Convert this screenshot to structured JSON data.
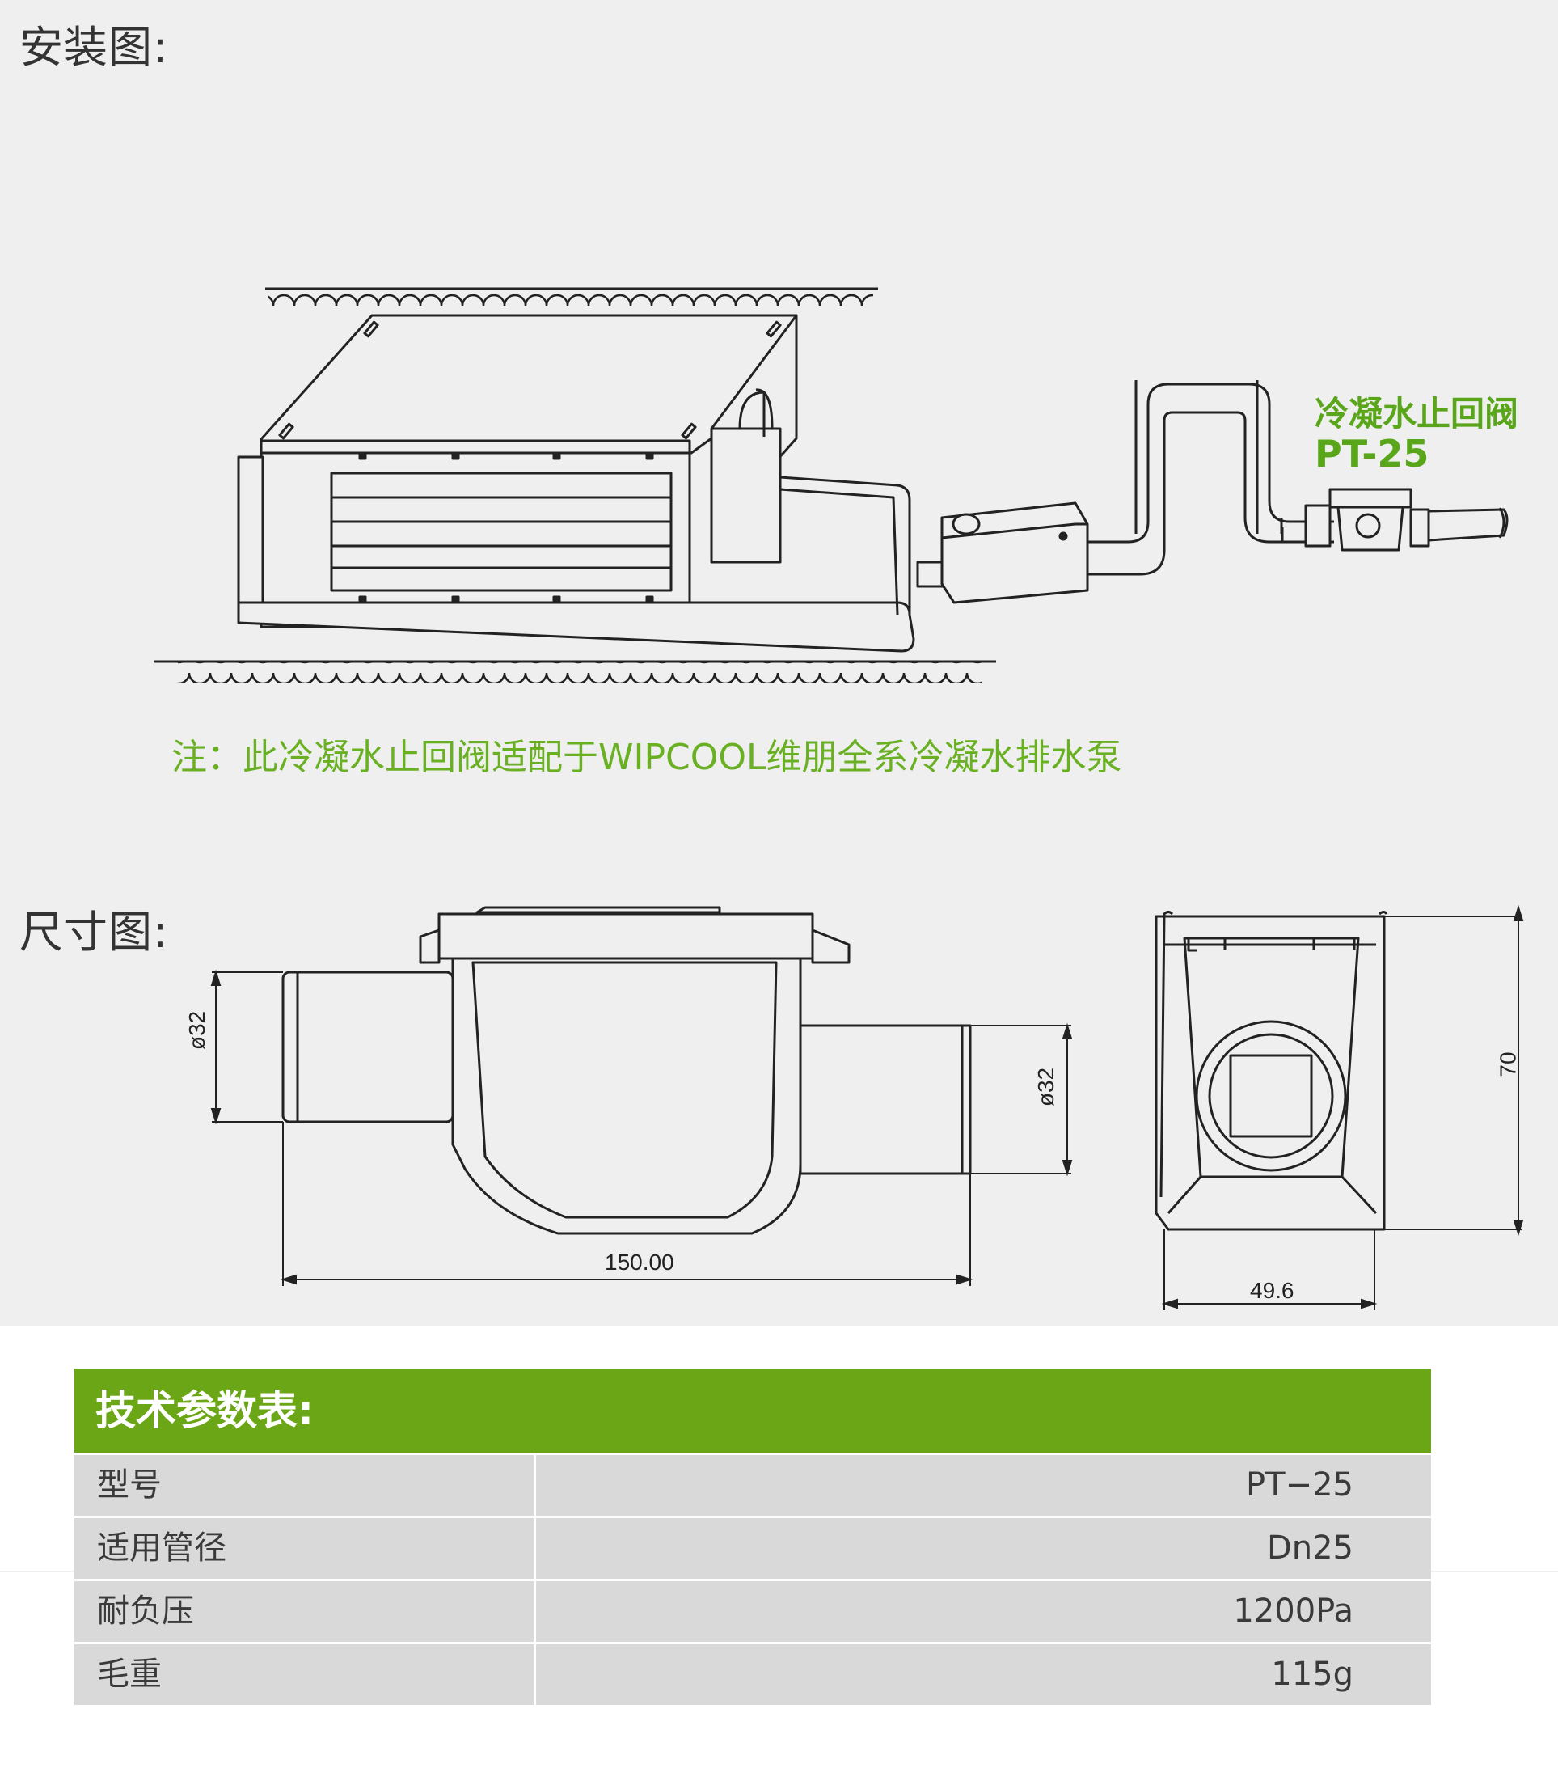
{
  "install": {
    "title": "安装图:",
    "callout_name": "冷凝水止回阀",
    "callout_model": "PT-25",
    "note": "注：此冷凝水止回阀适配于WIPCOOL维朋全系冷凝水排水泵"
  },
  "dimensions": {
    "title": "尺寸图:",
    "inlet_diameter": "ø32",
    "outlet_diameter": "ø32",
    "length": "150.00",
    "height": "70",
    "depth": "49.6"
  },
  "specs": {
    "title": "技术参数表:",
    "rows": [
      {
        "label": "型号",
        "value": "PT−25"
      },
      {
        "label": "适用管径",
        "value": "Dn25"
      },
      {
        "label": "耐负压",
        "value": "1200Pa"
      },
      {
        "label": "毛重",
        "value": "115g"
      }
    ]
  },
  "colors": {
    "accent_green": "#6aa615",
    "note_green": "#6ab023",
    "background_gray": "#efefef",
    "table_gray": "#d9d9d9"
  }
}
